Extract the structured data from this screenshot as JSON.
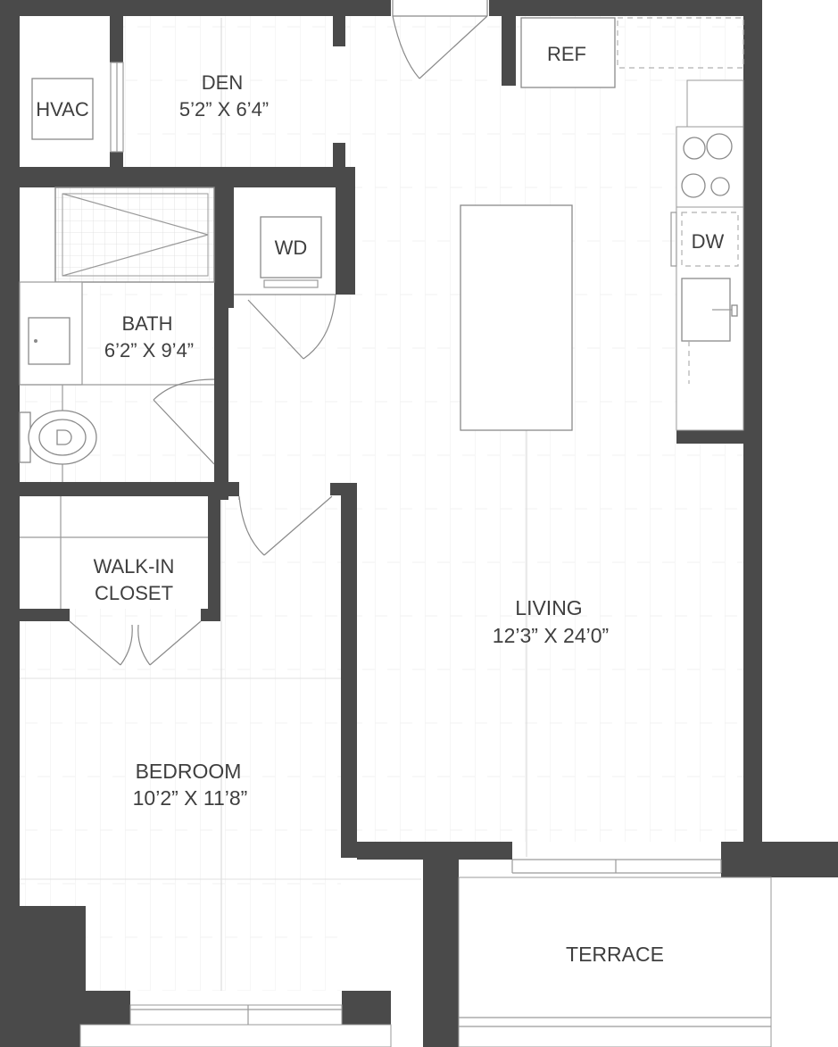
{
  "rooms": {
    "den": {
      "name": "DEN",
      "dims": "5’2” X 6’4”"
    },
    "bath": {
      "name": "BATH",
      "dims": "6’2” X 9’4”"
    },
    "walkin": {
      "line1": "WALK-IN",
      "line2": "CLOSET"
    },
    "living": {
      "name": "LIVING",
      "dims": "12’3” X 24’0”"
    },
    "bedroom": {
      "name": "BEDROOM",
      "dims": "10’2” X 11’8”"
    },
    "terrace": {
      "name": "TERRACE"
    }
  },
  "fixtures": {
    "hvac": "HVAC",
    "wd": "WD",
    "ref": "REF",
    "dw": "DW"
  },
  "colors": {
    "wall": "#4a4a4a",
    "floor_line": "#e6e6e6",
    "text": "#3f3f3f"
  }
}
